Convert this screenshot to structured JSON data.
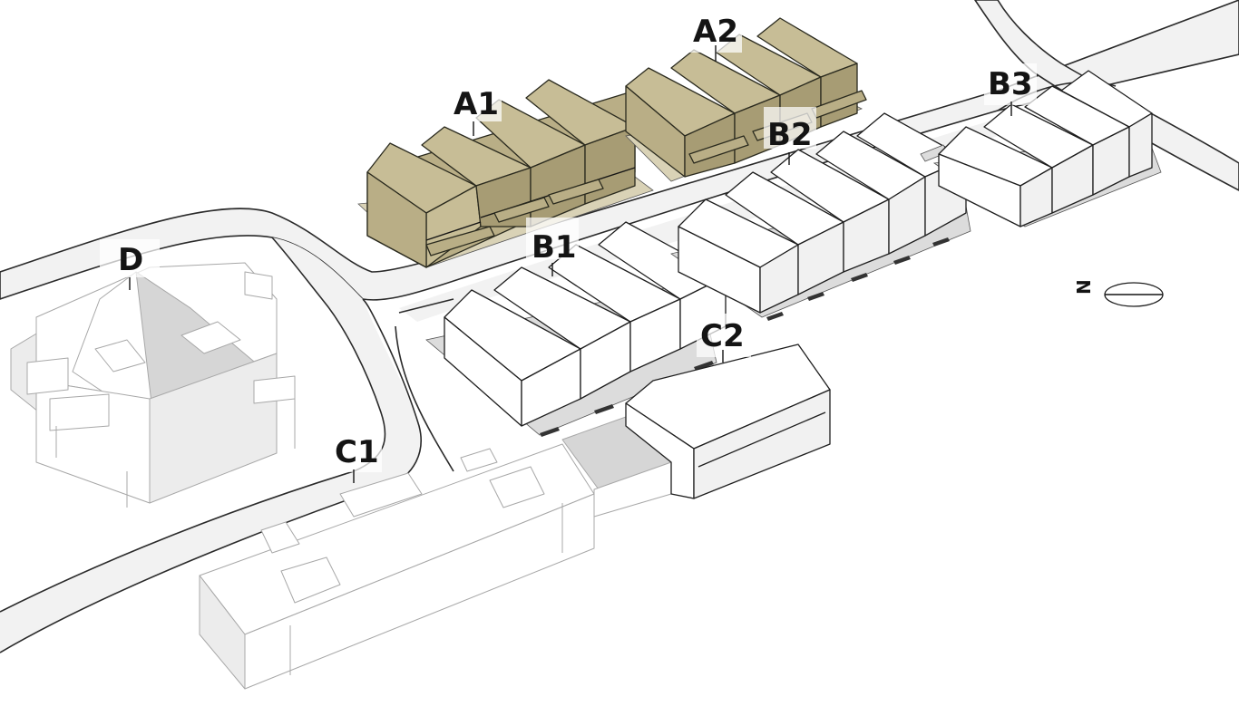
{
  "plan": {
    "buildings": [
      {
        "id": "A1",
        "label": "A1",
        "color": "#c7bd96"
      },
      {
        "id": "A2",
        "label": "A2",
        "color": "#c7bd96"
      },
      {
        "id": "B1",
        "label": "B1",
        "color": "#ffffff"
      },
      {
        "id": "B2",
        "label": "B2",
        "color": "#ffffff"
      },
      {
        "id": "B3",
        "label": "B3",
        "color": "#ffffff"
      },
      {
        "id": "C1",
        "label": "C1",
        "color": "#f4f4f4"
      },
      {
        "id": "C2",
        "label": "C2",
        "color": "#ffffff"
      },
      {
        "id": "D",
        "label": "D",
        "color": "#f4f4f4"
      }
    ],
    "north_arrow": {
      "letter": "N"
    }
  }
}
